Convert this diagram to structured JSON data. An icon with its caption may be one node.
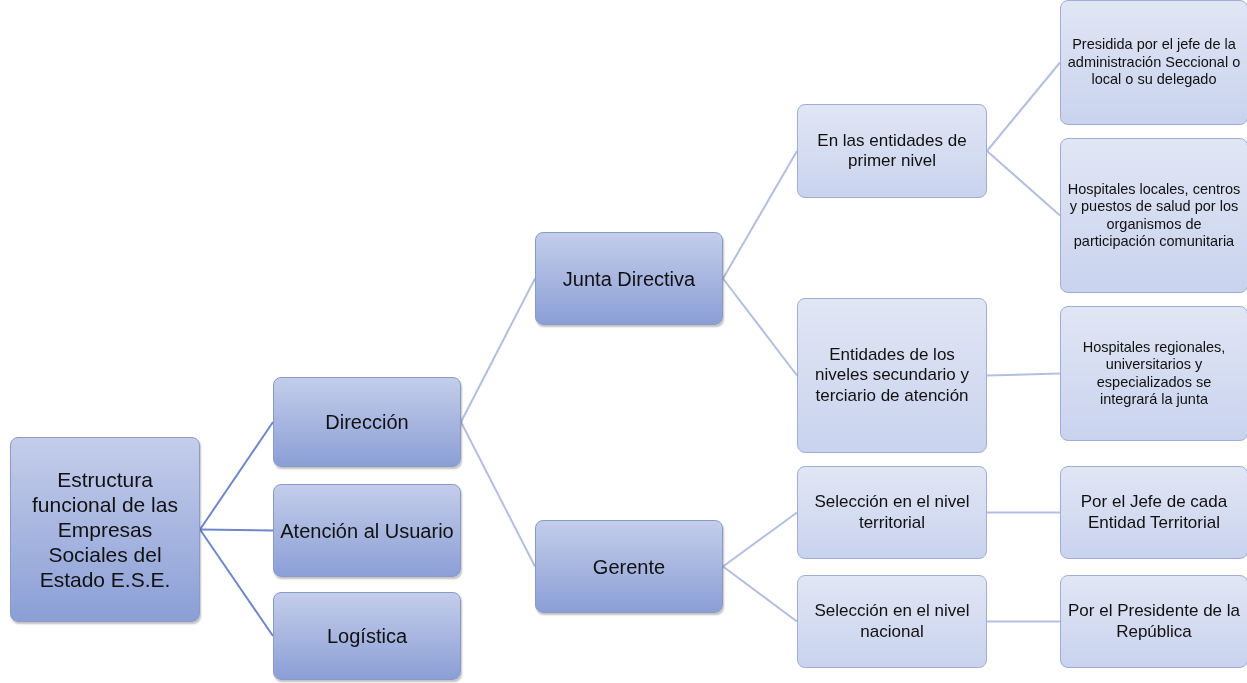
{
  "diagram": {
    "nodes": [
      {
        "text": [
          "Estructura funcional de las Empresas Sociales del Estado E.S.E."
        ]
      },
      {
        "text": [
          "Dirección"
        ]
      },
      {
        "text": [
          "Atención al Usuario"
        ]
      },
      {
        "text": [
          "Logística"
        ]
      },
      {
        "text": [
          "Junta Directiva"
        ]
      },
      {
        "text": [
          "Gerente"
        ]
      },
      {
        "text": [
          "En las entidades de primer nivel"
        ]
      },
      {
        "text": [
          "Entidades de los niveles secundario y terciario de atención"
        ]
      },
      {
        "text": [
          "Selección en el nivel territorial"
        ]
      },
      {
        "text": [
          "Selección en el nivel nacional"
        ]
      },
      {
        "text": [
          "Presidida por el jefe de la administración Seccional o local o su delegado"
        ]
      },
      {
        "text": [
          "Hospitales locales, centros y puestos de salud por los organismos de participación comunitaria"
        ]
      },
      {
        "text": [
          "Hospitales regionales, universitarios y especializados se integrará la junta"
        ]
      },
      {
        "text": [
          "Por el Jefe de cada Entidad Territorial"
        ]
      },
      {
        "text": [
          "Por el Presidente de la República"
        ]
      }
    ],
    "edges": [
      {
        "from": 0,
        "to": 1,
        "arrow": "none",
        "color": "#6f87c8"
      },
      {
        "from": 0,
        "to": 2,
        "arrow": "none",
        "color": "#6f87c8"
      },
      {
        "from": 0,
        "to": 3,
        "arrow": "none",
        "color": "#6f87c8"
      },
      {
        "from": 1,
        "to": 4,
        "arrow": "none"
      },
      {
        "from": 1,
        "to": 5,
        "arrow": "none"
      },
      {
        "from": 4,
        "to": 6,
        "arrow": "none"
      },
      {
        "from": 4,
        "to": 7,
        "arrow": "none"
      },
      {
        "from": 5,
        "to": 8,
        "arrow": "none"
      },
      {
        "from": 5,
        "to": 9,
        "arrow": "none"
      },
      {
        "from": 6,
        "to": 10,
        "arrow": "none"
      },
      {
        "from": 6,
        "to": 11,
        "arrow": "none"
      },
      {
        "from": 7,
        "to": 12,
        "arrow": "none"
      },
      {
        "from": 8,
        "to": 13,
        "arrow": "none"
      },
      {
        "from": 9,
        "to": 14,
        "arrow": "none"
      }
    ]
  }
}
